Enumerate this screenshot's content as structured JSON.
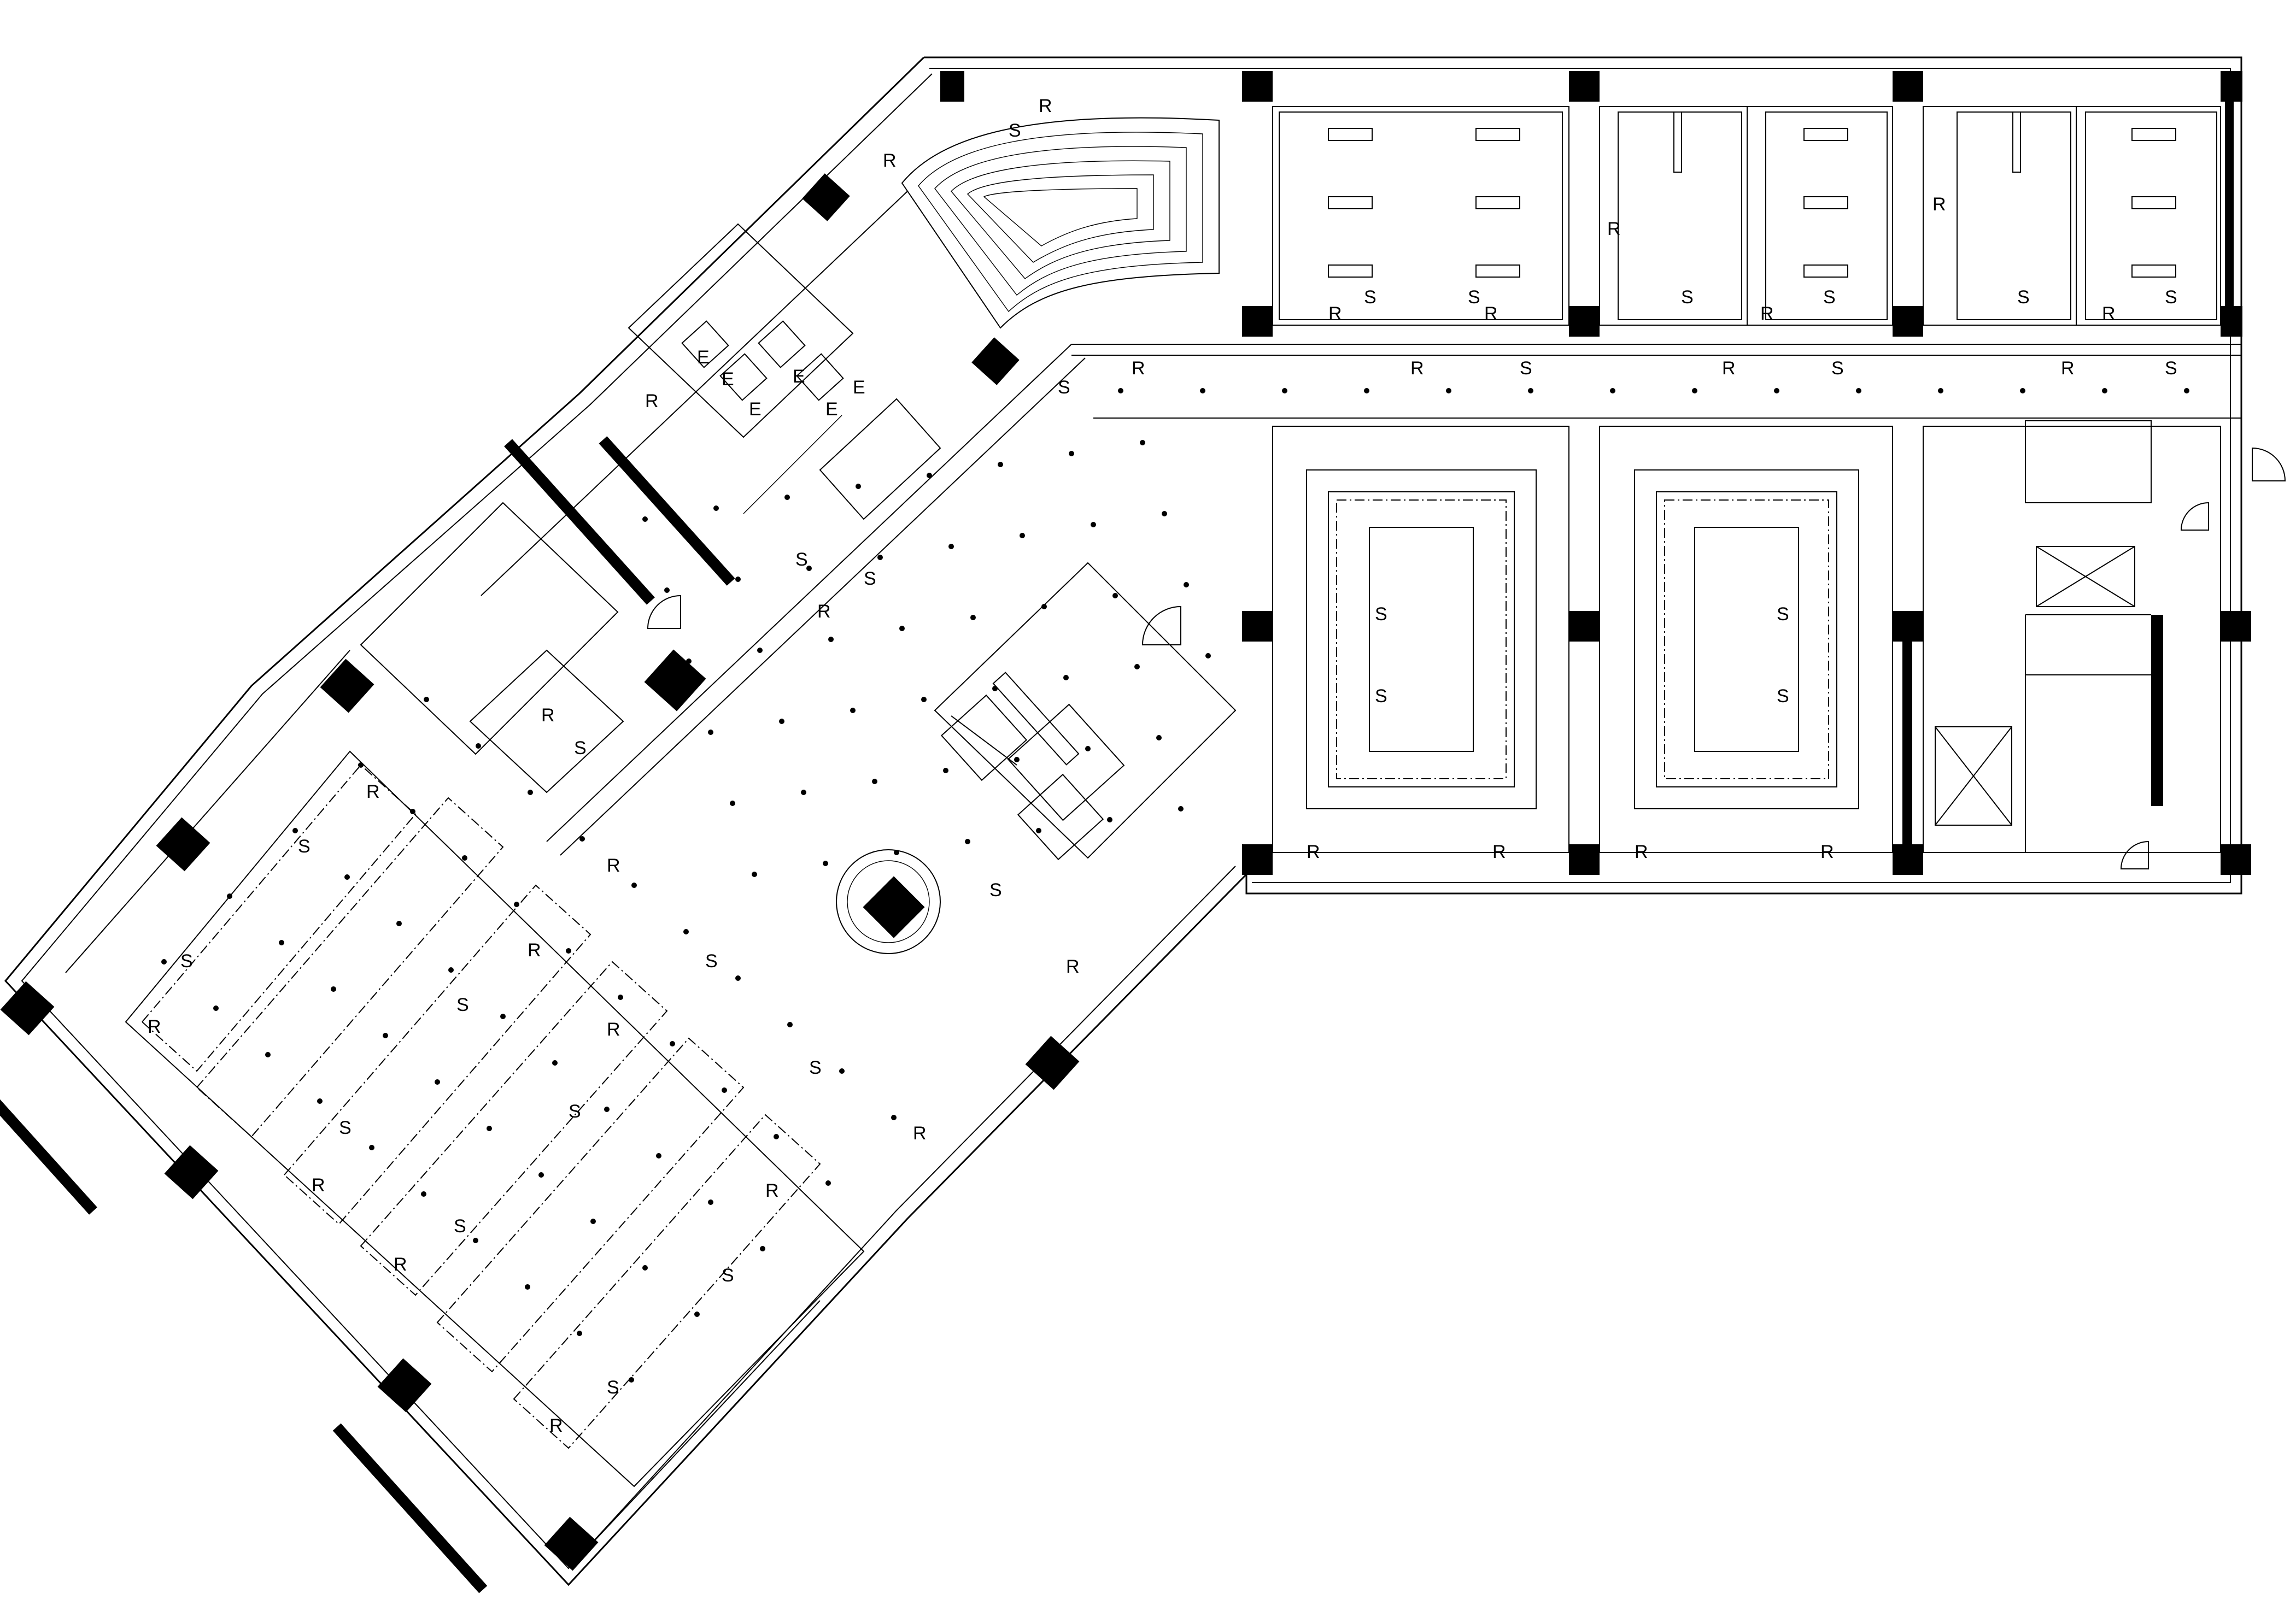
{
  "symbols": {
    "return_air": "R",
    "supply_air": "S",
    "exhaust": "E"
  },
  "colors": {
    "ink": "#000000",
    "paper": "#ffffff"
  },
  "icons": [
    "column-block",
    "ceiling-light",
    "elevator-cross",
    "door-swing"
  ]
}
